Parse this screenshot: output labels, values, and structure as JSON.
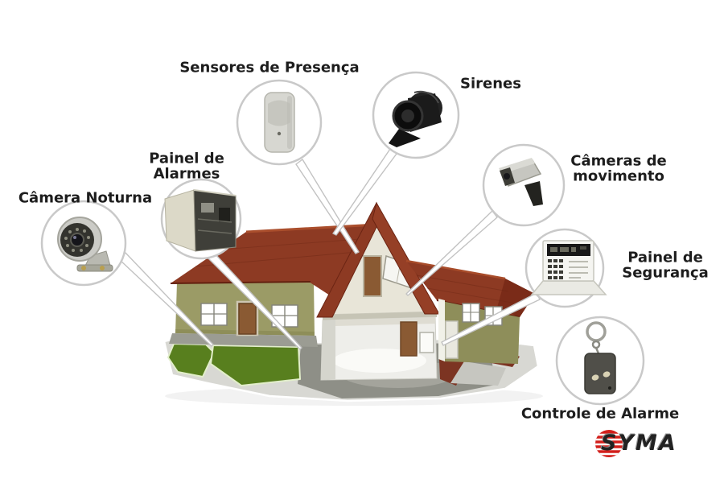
{
  "diagram_title": "Home security system components diagram",
  "callouts": {
    "presence_sensors": {
      "label": "Sensores de Presença",
      "device": "pir-motion-sensor"
    },
    "sirens": {
      "label": "Sirenes",
      "device": "siren-horn"
    },
    "alarm_panel": {
      "label_line1": "Painel de",
      "label_line2": "Alarmes",
      "device": "alarm-panel-box"
    },
    "night_camera": {
      "label": "Câmera Noturna",
      "device": "night-vision-camera"
    },
    "motion_cameras": {
      "label_line1": "Câmeras de",
      "label_line2": "movimento",
      "device": "bullet-cctv-camera"
    },
    "security_panel": {
      "label_line1": "Painel de",
      "label_line2": "Segurança",
      "device": "keypad-console"
    },
    "alarm_remote": {
      "label": "Controle de Alarme",
      "device": "keychain-remote"
    }
  },
  "logo": {
    "text": "SYMA",
    "ball_color": "#d21f1b",
    "text_color": "#222222"
  },
  "colors": {
    "label_text": "#1d1d1d",
    "callout_circle_border": "#c9c9c9",
    "connector_stroke": "#c2c2c2",
    "roof_red": "#8d3a23",
    "roof_red_dark": "#7a2b18",
    "wall_olive": "#9b9b66",
    "wall_olive_dark": "#8e8e5a",
    "lawn_green": "#587f1e",
    "platform_gray": "#d8d8d3",
    "walkway_red": "#7c3422",
    "attic_cream": "#e8e5d8",
    "door_brown": "#8a5a33"
  }
}
